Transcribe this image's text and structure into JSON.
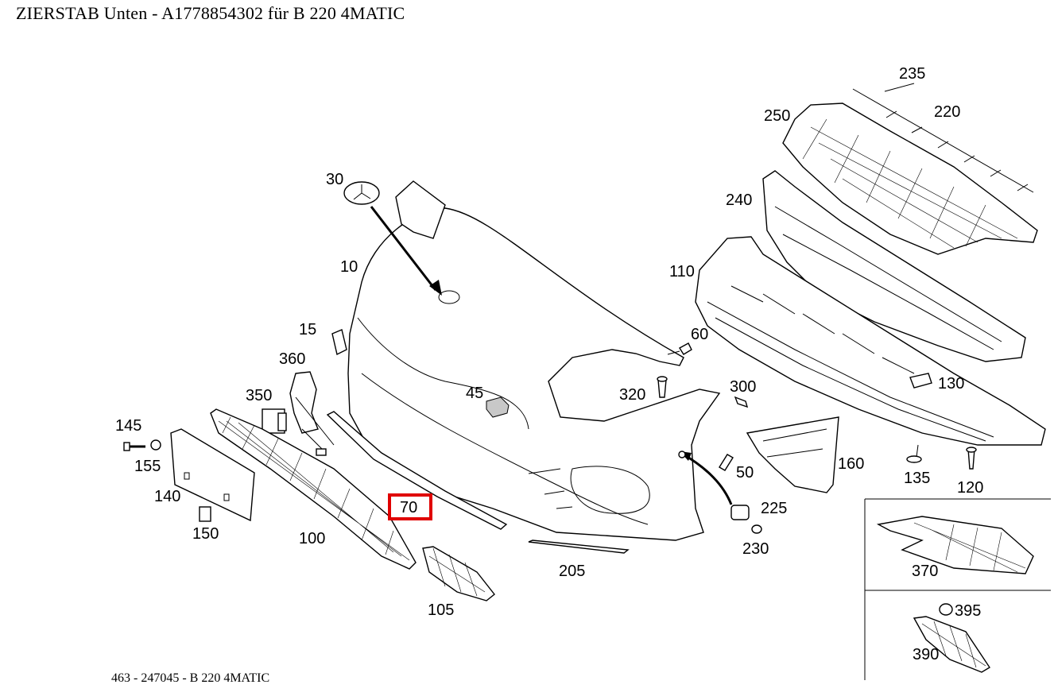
{
  "title": "ZIERSTAB Unten - A1778854302 für B 220 4MATIC",
  "footer": "463 - 247045 - B 220 4MATIC",
  "highlight_color": "#e00000",
  "labels": {
    "p235": "235",
    "p220": "220",
    "p250": "250",
    "p240": "240",
    "p110": "110",
    "p30": "30",
    "p10": "10",
    "p15": "15",
    "p360": "360",
    "p60": "60",
    "p45": "45",
    "p320": "320",
    "p300": "300",
    "p130": "130",
    "p350": "350",
    "p145": "145",
    "p155": "155",
    "p140": "140",
    "p150": "150",
    "p100": "100",
    "p70": "70",
    "p105": "105",
    "p205": "205",
    "p50": "50",
    "p160": "160",
    "p135": "135",
    "p120": "120",
    "p225": "225",
    "p230": "230",
    "p370": "370",
    "p395": "395",
    "p390": "390"
  }
}
